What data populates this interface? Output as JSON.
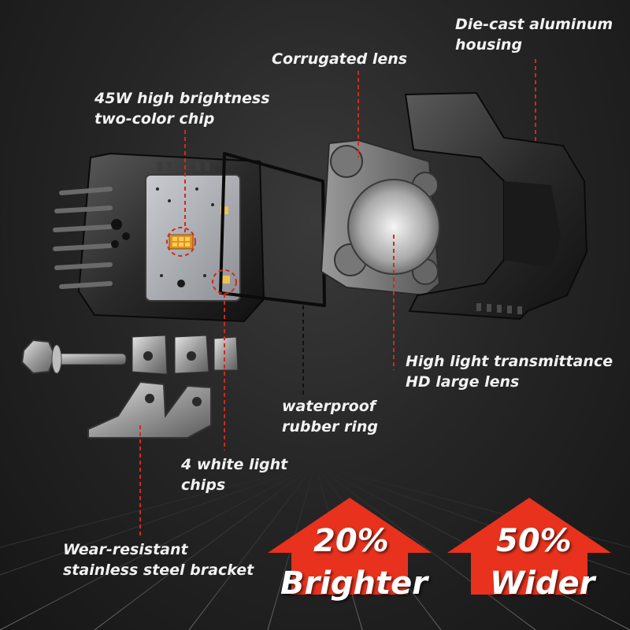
{
  "labels": {
    "housing": [
      "Die-cast aluminum",
      "housing"
    ],
    "lens": "Corrugated lens",
    "chip": [
      "45W high brightness",
      "two-color chip"
    ],
    "hd_lens": [
      "High light transmittance",
      "HD large lens"
    ],
    "ring": [
      "waterproof",
      "rubber ring"
    ],
    "white_chips": [
      "4 white light",
      "chips"
    ],
    "bracket": [
      "Wear-resistant",
      "stainless steel bracket"
    ]
  },
  "promos": [
    {
      "percent": "20%",
      "word": "Brighter"
    },
    {
      "percent": "50%",
      "word": "Wider"
    }
  ],
  "colors": {
    "accent": "#e8321e",
    "leader": "#d6281a",
    "text": "#f2f2f2"
  },
  "icons": [
    "led-light-housing",
    "chip-board",
    "rubber-ring",
    "lens",
    "bracket",
    "bolt",
    "arrow-up"
  ]
}
